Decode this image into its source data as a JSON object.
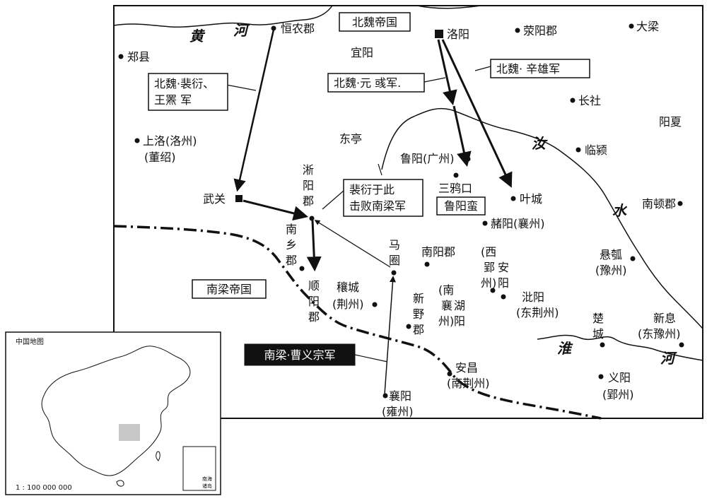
{
  "empires": {
    "north": "北魏帝国",
    "south": "南梁帝国"
  },
  "rivers": {
    "huang": [
      "黄",
      "河"
    ],
    "ru": [
      "汝",
      "水"
    ],
    "huai": [
      "淮",
      "河"
    ]
  },
  "places": {
    "hengnong": "恒农郡",
    "zhengxian": "郑县",
    "yiyang": "宜阳",
    "luoyang": "洛阳",
    "xingyang": "荥阳郡",
    "daliang": "大梁",
    "changshe": "长社",
    "yangxia": "阳夏",
    "shangluo": "上洛(洛州)",
    "dongshao": "(董绍)",
    "dongting": "东亭",
    "linying": "临颍",
    "luyang": "鲁阳(广州)",
    "sanyakou": "三鸦口",
    "yecheng": "叶城",
    "wuguan": "武关",
    "xiyang": [
      "淅",
      "阳",
      "郡"
    ],
    "nandun": "南顿郡",
    "zheyang": "赭阳(襄州)",
    "nanxiang": [
      "南",
      "乡",
      "郡"
    ],
    "maquan": [
      "马",
      "圈"
    ],
    "nanyangjun": "南阳郡",
    "xiying": [
      "(西",
      "郢",
      "州)"
    ],
    "anyang": [
      "安",
      "阳"
    ],
    "xuanhu": [
      "悬瓠",
      "(豫州)"
    ],
    "shunyang": [
      "顺",
      "阳",
      "郡"
    ],
    "jicheng": [
      "穰城",
      "(荆州)"
    ],
    "nanxiangzhou": [
      "(南",
      "襄",
      "州)"
    ],
    "huyang": [
      "湖",
      "阳"
    ],
    "biyang": [
      "沘阳",
      "(东荆州)"
    ],
    "xinye": [
      "新",
      "野",
      "郡"
    ],
    "chucheng": [
      "楚",
      "城"
    ],
    "xinxi": [
      "新息",
      "(东豫州)"
    ],
    "anchang": [
      "安昌",
      "(南荆州)"
    ],
    "yiyang2": [
      "义阳",
      "(郢州)"
    ],
    "xiangyang": [
      "襄阳",
      "(雍州)"
    ]
  },
  "callouts": {
    "peiyan": [
      "北魏·裴衍、",
      "王罴 军"
    ],
    "yuanyu": "北魏·元 彧军.",
    "xinxiong": "北魏·  辛雄军",
    "defeat": [
      "裴衍于此",
      "击败南梁军"
    ],
    "luyangman": "鲁阳蛮",
    "caoyizong": "南梁·曹义宗军"
  },
  "inset": {
    "title": "中国地图",
    "scale": "1 : 100 000 000",
    "sea_label": [
      "南海",
      "诸岛"
    ]
  },
  "colors": {
    "ink": "#111111",
    "highlight_gray": "#c8c8c8",
    "black_box": "#111111",
    "paper": "#ffffff"
  }
}
